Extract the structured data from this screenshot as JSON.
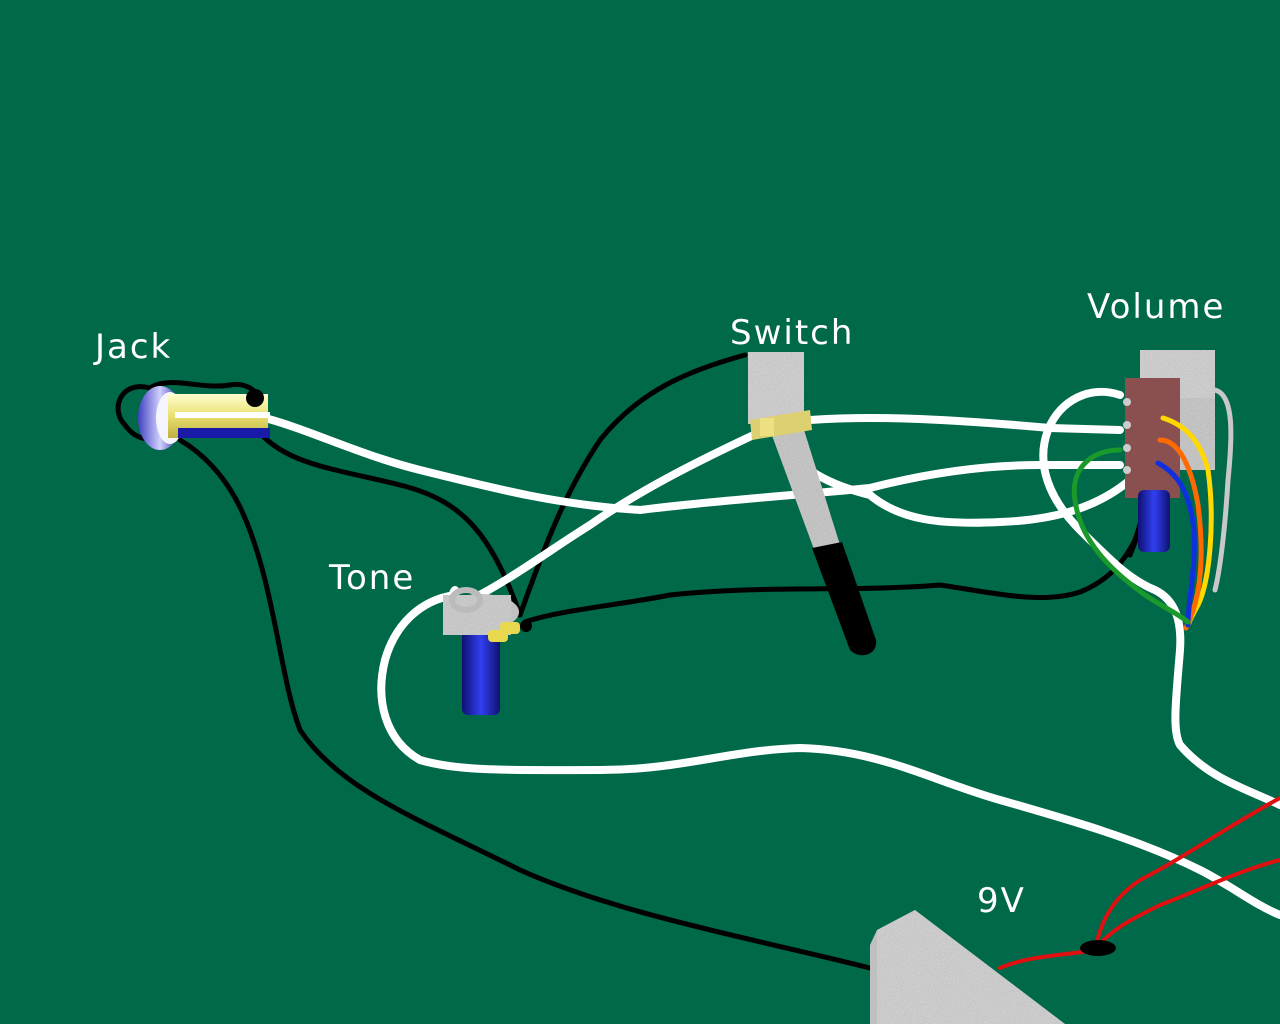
{
  "labels": {
    "jack": "Jack",
    "switch": "Switch",
    "volume": "Volume",
    "tone": "Tone",
    "battery": "9V"
  },
  "colors": {
    "background": "#00694a",
    "wire_white": "#ffffff",
    "wire_black": "#000000",
    "wire_red": "#e01010",
    "wire_green": "#1a9a2a",
    "wire_blue": "#1030e0",
    "wire_yellow": "#ffd800",
    "wire_orange": "#ff6a00",
    "wire_gray": "#c8c8c8",
    "jack_barrel": "#f2f0a0",
    "pot_body": "#2020c0",
    "switch_lever": "#000000",
    "volume_body": "#8a5050"
  },
  "components": [
    {
      "id": "jack",
      "icon": "jack-icon"
    },
    {
      "id": "switch",
      "icon": "toggle-switch-icon"
    },
    {
      "id": "volume",
      "icon": "potentiometer-icon"
    },
    {
      "id": "tone",
      "icon": "potentiometer-icon"
    },
    {
      "id": "battery",
      "icon": "battery-9v-icon"
    }
  ]
}
